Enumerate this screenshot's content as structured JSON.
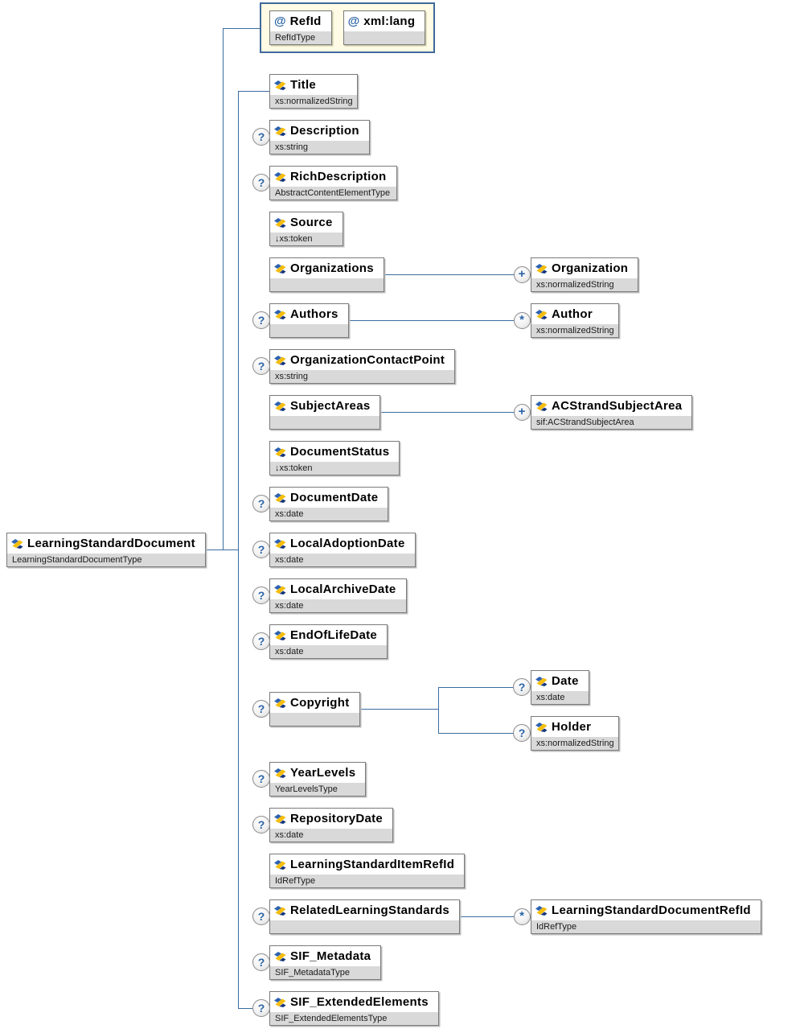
{
  "page_title": "LearningStandardDocument schema diagram",
  "symbols": {
    "attribute": "@",
    "optional": "?",
    "one_or_more": "+",
    "zero_or_more": "*"
  },
  "colors": {
    "connector_line": "#3a6da1",
    "box_border": "#7a7a7a",
    "type_strip_bg": "#d9d9d9",
    "attribute_container_bg": "#fffbe4",
    "attribute_container_border": "#3f699b",
    "glyph_blue": "#2a63a5",
    "icon_blue": "#2e62b0",
    "icon_gold": "#f5bd0a",
    "icon_navy": "#15357c"
  },
  "diagram": {
    "root": {
      "name": "LearningStandardDocument",
      "type": "LearningStandardDocumentType"
    },
    "attributes": [
      {
        "name": "RefId",
        "type": "RefIdType"
      },
      {
        "name": "xml:lang",
        "type": ""
      }
    ],
    "children": [
      {
        "name": "Title",
        "type": "xs:normalizedString",
        "optional": false
      },
      {
        "name": "Description",
        "type": "xs:string",
        "optional": true
      },
      {
        "name": "RichDescription",
        "type": "AbstractContentElementType",
        "optional": true
      },
      {
        "name": "Source",
        "type": "↓xs:token",
        "optional": false
      },
      {
        "name": "Organizations",
        "type": "",
        "optional": false,
        "child": {
          "name": "Organization",
          "type": "xs:normalizedString",
          "occurs": "+"
        }
      },
      {
        "name": "Authors",
        "type": "",
        "optional": true,
        "child": {
          "name": "Author",
          "type": "xs:normalizedString",
          "occurs": "*"
        }
      },
      {
        "name": "OrganizationContactPoint",
        "type": "xs:string",
        "optional": true
      },
      {
        "name": "SubjectAreas",
        "type": "",
        "optional": false,
        "child": {
          "name": "ACStrandSubjectArea",
          "type": "sif:ACStrandSubjectArea",
          "occurs": "+"
        }
      },
      {
        "name": "DocumentStatus",
        "type": "↓xs:token",
        "optional": false
      },
      {
        "name": "DocumentDate",
        "type": "xs:date",
        "optional": true
      },
      {
        "name": "LocalAdoptionDate",
        "type": "xs:date",
        "optional": true
      },
      {
        "name": "LocalArchiveDate",
        "type": "xs:date",
        "optional": true
      },
      {
        "name": "EndOfLifeDate",
        "type": "xs:date",
        "optional": true
      },
      {
        "name": "Copyright",
        "type": "",
        "optional": true,
        "children": [
          {
            "name": "Date",
            "type": "xs:date",
            "optional": true
          },
          {
            "name": "Holder",
            "type": "xs:normalizedString",
            "optional": true
          }
        ]
      },
      {
        "name": "YearLevels",
        "type": "YearLevelsType",
        "optional": true
      },
      {
        "name": "RepositoryDate",
        "type": "xs:date",
        "optional": true
      },
      {
        "name": "LearningStandardItemRefId",
        "type": "IdRefType",
        "optional": false
      },
      {
        "name": "RelatedLearningStandards",
        "type": "",
        "optional": true,
        "child": {
          "name": "LearningStandardDocumentRefId",
          "type": "IdRefType",
          "occurs": "*"
        }
      },
      {
        "name": "SIF_Metadata",
        "type": "SIF_MetadataType",
        "optional": true
      },
      {
        "name": "SIF_ExtendedElements",
        "type": "SIF_ExtendedElementsType",
        "optional": true
      }
    ]
  }
}
